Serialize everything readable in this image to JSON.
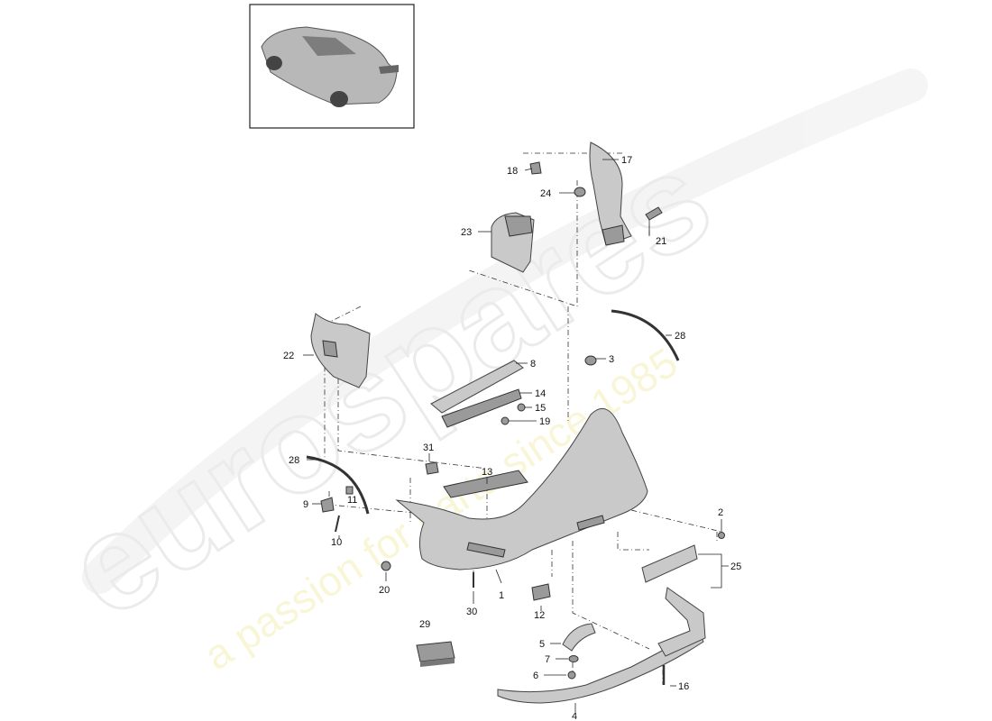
{
  "watermark": {
    "brand": "eurospares",
    "tagline": "a passion for parts since 1985"
  },
  "thumbnail": {
    "icon": "car-rear-three-quarter-icon"
  },
  "callouts": {
    "c1": "1",
    "c2": "2",
    "c3": "3",
    "c4": "4",
    "c5": "5",
    "c6": "6",
    "c7": "7",
    "c8": "8",
    "c9": "9",
    "c10": "10",
    "c11": "11",
    "c12": "12",
    "c13": "13",
    "c14": "14",
    "c15": "15",
    "c16": "16",
    "c17": "17",
    "c18": "18",
    "c19": "19",
    "c20": "20",
    "c21": "21",
    "c22": "22",
    "c23": "23",
    "c24": "24",
    "c25": "25",
    "c28a": "28",
    "c28b": "28",
    "c29": "29",
    "c30": "30",
    "c31": "31"
  }
}
